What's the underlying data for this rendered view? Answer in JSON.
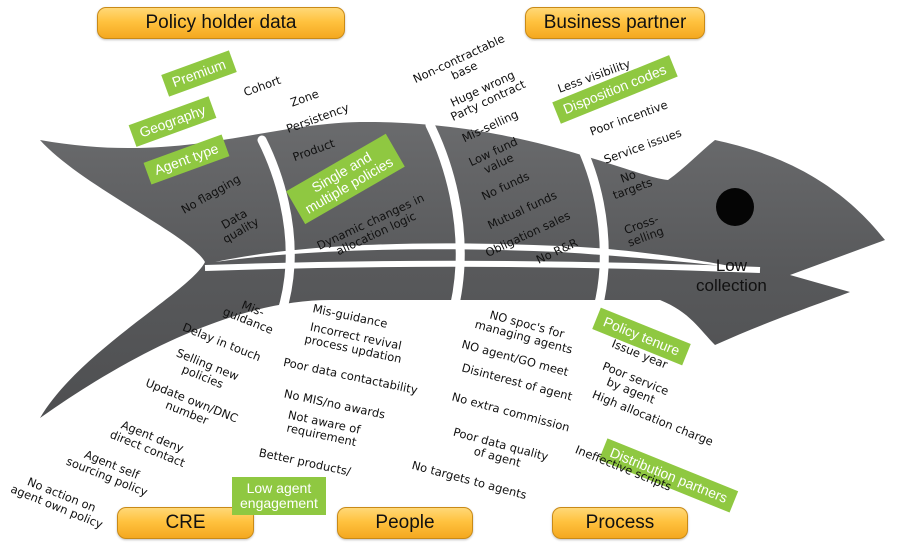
{
  "effect": "Low\ncollection",
  "categories": {
    "policy_holder_data": "Policy holder data",
    "business_partner": "Business partner",
    "cre": "CRE",
    "people": "People",
    "process": "Process"
  },
  "highlights": {
    "premium": "Premium",
    "geography": "Geography",
    "agent_type": "Agent type",
    "single_multiple": "Single and\nmultiple policies",
    "disposition_codes": "Disposition codes",
    "policy_tenure": "Policy tenure",
    "distribution_partners": "Distribution partners",
    "low_agent_engagement": "Low agent\nengagement"
  },
  "causes": {
    "cohort": "Cohort",
    "zone": "Zone",
    "persistency": "Persistency",
    "product": "Product",
    "no_flagging": "No flagging",
    "data_quality": "Data\nquality",
    "dynamic_changes": "Dynamic changes in\nallocation logic",
    "non_contractable": "Non-contractable\nbase",
    "huge_wrong": "Huge wrong\nParty contract",
    "mis_selling": "Mis-selling",
    "low_fund": "Low fund\nvalue",
    "no_funds": "No funds",
    "mutual_funds": "Mutual funds",
    "obligation_sales": "Obligation sales",
    "no_rr": "No R&R",
    "less_visibility": "Less visibility",
    "poor_incentive": "Poor incentive",
    "service_issues": "Service issues",
    "no_targets": "No\ntargets",
    "cross_selling": "Cross-\nselling",
    "mis_guidance_cre": "Mis-\nguidance",
    "delay_in_touch": "Delay in touch",
    "selling_new": "Selling new\npolicies",
    "update_own": "Update own/DNC\nnumber",
    "agent_deny": "Agent deny\ndirect contact",
    "agent_self": "Agent self\nsourcing policy",
    "no_action": "No action on\nagent own policy",
    "mis_guidance_people": "Mis-guidance",
    "incorrect_revival": "Incorrect revival\nprocess updation",
    "poor_data_contact": "Poor data contactability",
    "no_mis": "No MIS/no awards",
    "not_aware": "Not aware of\nrequirement",
    "better_products": "Better products/",
    "no_spoc": "NO spoc's for\nmanaging agents",
    "no_agent_go": "NO agent/GO meet",
    "disinterest": "Disinterest of agent",
    "no_extra": "No extra commission",
    "poor_data_quality": "Poor data quality\nof agent",
    "no_targets_agents": "No targets to agents",
    "issue_year": "Issue year",
    "poor_service": "Poor service\nby agent",
    "high_allocation": "High allocation charge",
    "ineffective_scripts": "Ineffective scripts"
  },
  "colors": {
    "fish_body": "#595a5c",
    "fish_bones": "#ffffff",
    "highlight_green": "#8fc841",
    "category_orange": "#ffc23f"
  }
}
